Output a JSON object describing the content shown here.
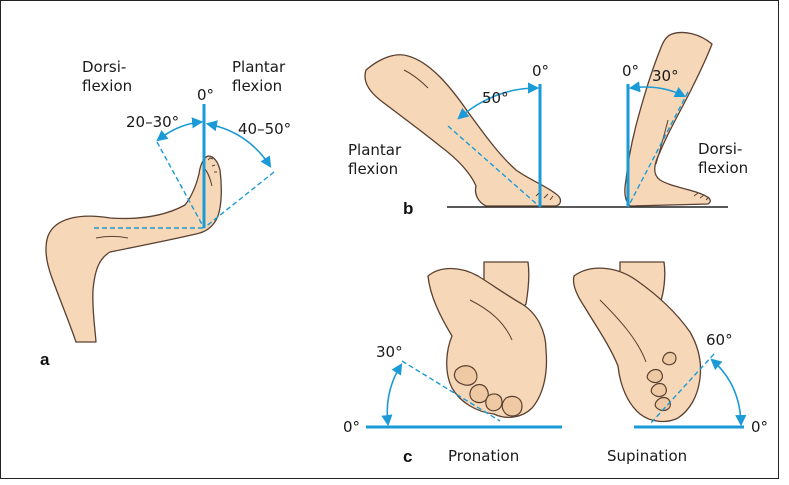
{
  "panel_a": {
    "letter": "a",
    "label_dorsi": "Dorsi-\nflexion",
    "label_plantar": "Plantar\nflexion",
    "zero": "0°",
    "range_dorsi": "20–30°",
    "range_plantar": "40–50°"
  },
  "panel_b": {
    "letter": "b",
    "label_plantar": "Plantar\nflexion",
    "label_dorsi": "Dorsi-\nflexion",
    "zero_left": "0°",
    "angle_left": "50°",
    "zero_right": "0°",
    "angle_right": "30°"
  },
  "panel_c": {
    "letter": "c",
    "angle_left": "30°",
    "zero_left": "0°",
    "label_left": "Pronation",
    "angle_right": "60°",
    "zero_right": "0°",
    "label_right": "Supination"
  },
  "colors": {
    "reference_blue": "#1a9ad6",
    "skin": "#f6d8b8",
    "outline": "#5a4030"
  }
}
